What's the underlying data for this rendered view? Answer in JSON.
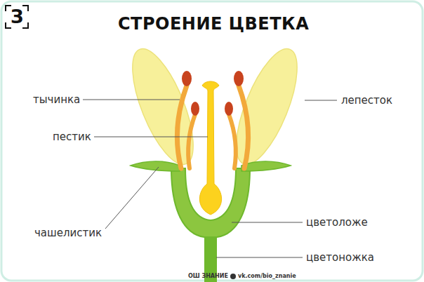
{
  "diagram": {
    "title": "СТРОЕНИЕ ЦВЕТКА",
    "labels": [
      "З",
      "тычинка",
      "пестик",
      "чашелистик",
      "лепесток",
      "цветоложе",
      "цветоножка",
      "ОШ ЗНАНИЕ",
      "vk.com/bio_znanie"
    ]
  }
}
